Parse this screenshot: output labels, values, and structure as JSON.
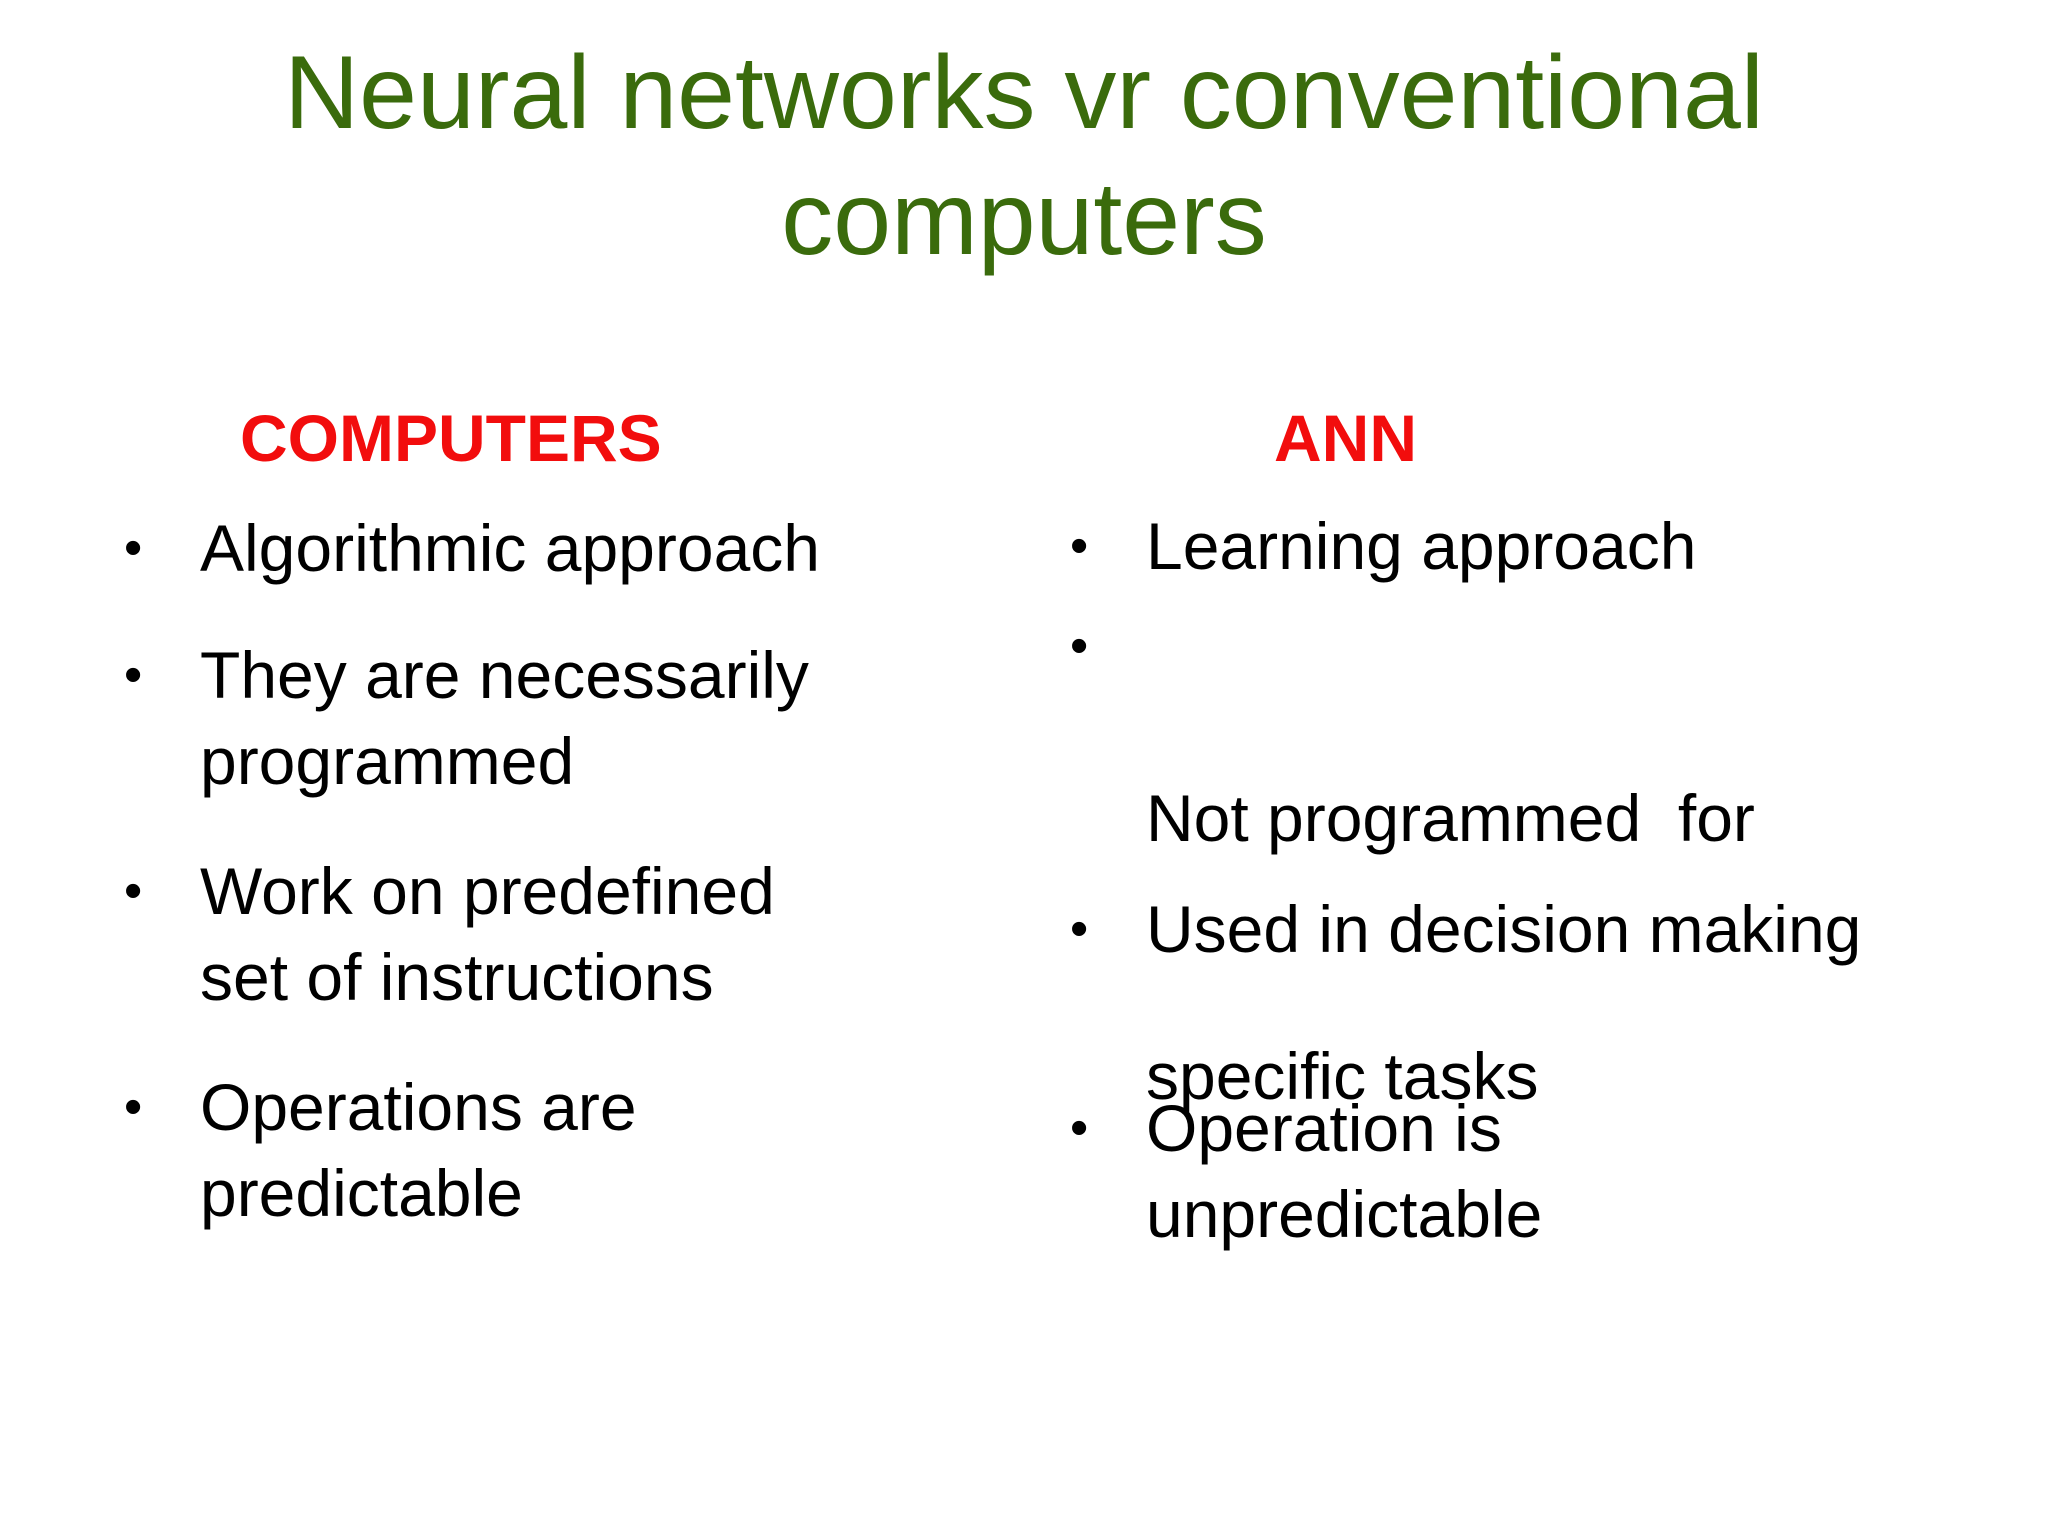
{
  "slide": {
    "title_line1": "Neural networks vr conventional",
    "title_line2": "computers",
    "left_column": {
      "heading": "COMPUTERS",
      "bullets": [
        {
          "lines": [
            "Algorithmic approach"
          ]
        },
        {
          "lines": [
            "They are necessarily",
            "programmed"
          ]
        },
        {
          "lines": [
            "Work on predefined",
            "set of instructions"
          ]
        },
        {
          "lines": [
            "Operations are",
            "predictable"
          ]
        }
      ]
    },
    "right_column": {
      "heading": "ANN",
      "bullets": [
        {
          "lines": [
            "Learning approach"
          ]
        },
        {
          "lines": [
            "Not programmed  for",
            "specific tasks"
          ]
        },
        {
          "lines": [
            "Used in decision making"
          ]
        },
        {
          "lines": [
            "Operation is",
            "unpredictable"
          ]
        }
      ]
    },
    "bullet_symbol": "•"
  },
  "colors": {
    "title": "#3a6b0c",
    "heading": "#f20d0d",
    "body_text": "#000000",
    "background": "#ffffff"
  }
}
